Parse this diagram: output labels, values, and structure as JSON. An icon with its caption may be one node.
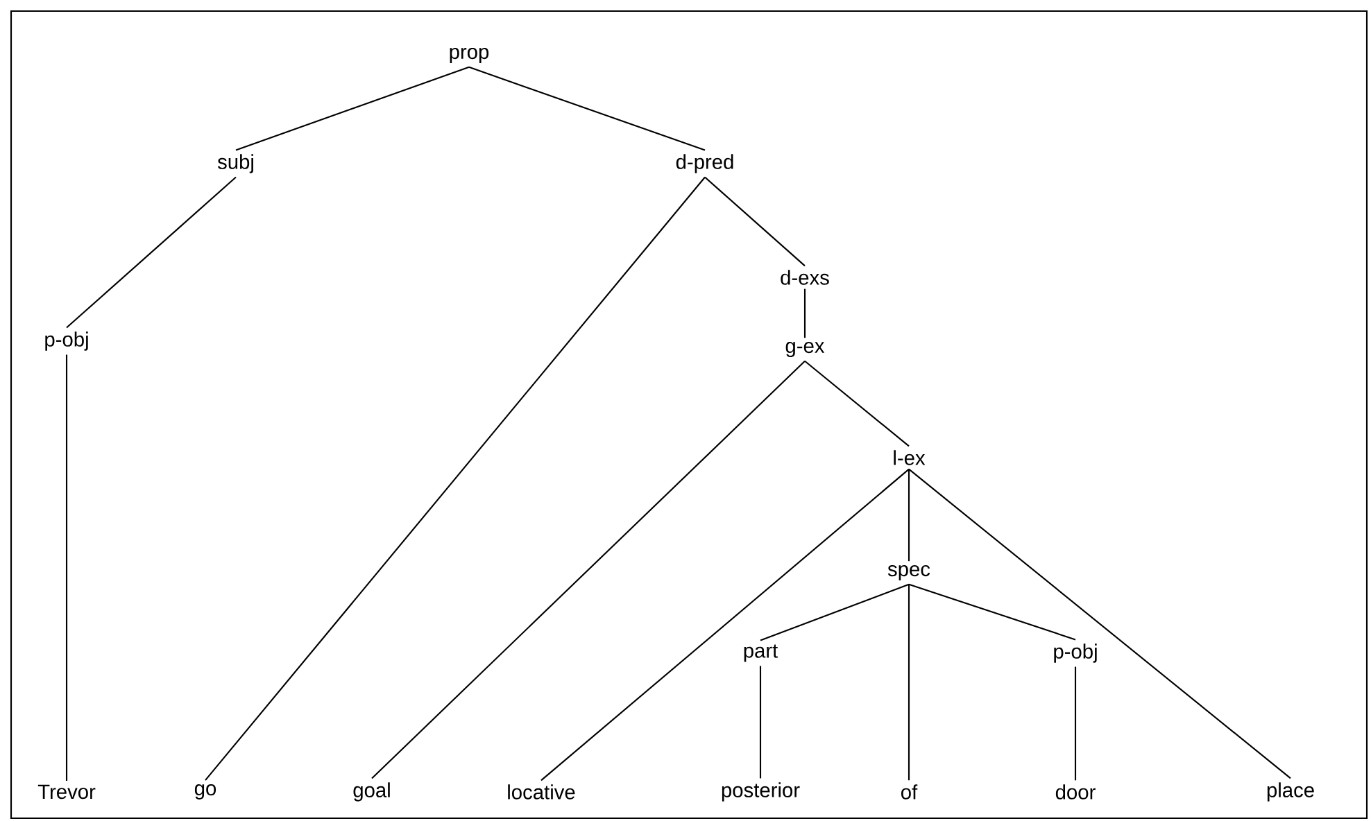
{
  "diagram": {
    "nodes": [
      {
        "text": [
          "prop"
        ]
      },
      {
        "text": [
          "subj"
        ]
      },
      {
        "text": [
          "d-pred"
        ]
      },
      {
        "text": [
          "p-obj"
        ]
      },
      {
        "text": [
          "d-exs"
        ]
      },
      {
        "text": [
          "g-ex"
        ]
      },
      {
        "text": [
          "l-ex"
        ]
      },
      {
        "text": [
          "spec"
        ]
      },
      {
        "text": [
          "part"
        ]
      },
      {
        "text": [
          "p-obj"
        ]
      },
      {
        "text": [
          "Trevor"
        ]
      },
      {
        "text": [
          "go"
        ]
      },
      {
        "text": [
          "goal"
        ]
      },
      {
        "text": [
          "locative"
        ]
      },
      {
        "text": [
          "posterior"
        ]
      },
      {
        "text": [
          "of"
        ]
      },
      {
        "text": [
          "door"
        ]
      },
      {
        "text": [
          "place"
        ]
      }
    ],
    "edges": [
      {
        "from": 0,
        "to": 1,
        "arrow": "none"
      },
      {
        "from": 0,
        "to": 2,
        "arrow": "none"
      },
      {
        "from": 1,
        "to": 3,
        "arrow": "none"
      },
      {
        "from": 3,
        "to": 10,
        "arrow": "none"
      },
      {
        "from": 2,
        "to": 11,
        "arrow": "none"
      },
      {
        "from": 2,
        "to": 4,
        "arrow": "none"
      },
      {
        "from": 4,
        "to": 5,
        "arrow": "none"
      },
      {
        "from": 5,
        "to": 12,
        "arrow": "none"
      },
      {
        "from": 5,
        "to": 6,
        "arrow": "none"
      },
      {
        "from": 6,
        "to": 13,
        "arrow": "none"
      },
      {
        "from": 6,
        "to": 7,
        "arrow": "none"
      },
      {
        "from": 6,
        "to": 17,
        "arrow": "none"
      },
      {
        "from": 7,
        "to": 8,
        "arrow": "none"
      },
      {
        "from": 7,
        "to": 15,
        "arrow": "none"
      },
      {
        "from": 7,
        "to": 9,
        "arrow": "none"
      },
      {
        "from": 8,
        "to": 14,
        "arrow": "none"
      },
      {
        "from": 9,
        "to": 16,
        "arrow": "none"
      }
    ]
  }
}
